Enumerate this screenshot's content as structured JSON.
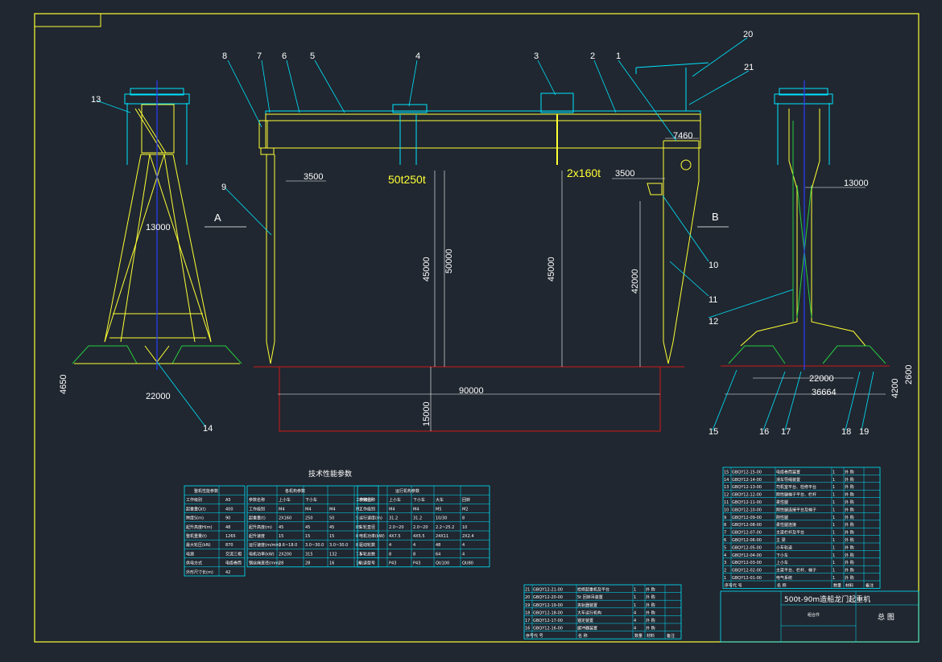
{
  "colors": {
    "background": "#202730",
    "frame": "#ffff33",
    "structure": "#ffff33",
    "centerline": "#2a3cff",
    "table": "#00e5ff",
    "text": "#ffffff",
    "cut": "#d01818",
    "detail": "#27c93f",
    "leader": "#00e5ff"
  },
  "callouts": [
    "1",
    "2",
    "3",
    "4",
    "5",
    "6",
    "7",
    "8",
    "9",
    "10",
    "11",
    "12",
    "13",
    "14",
    "15",
    "16",
    "17",
    "18",
    "19",
    "20",
    "21"
  ],
  "view_labels": {
    "a": "A",
    "b": "B"
  },
  "loads": {
    "trolley_main": "50t250t",
    "trolley_aux": "2x160t"
  },
  "dims": {
    "end_top_width": "13000",
    "end_bottom_width": "22000",
    "end_height": "4650",
    "span": "90000",
    "pit": "15000",
    "main_height": "50000",
    "lift_left": "45000",
    "lift_right": "45000",
    "offset_left": "3500",
    "offset_right": "3500",
    "cant": "7460",
    "leg_right": "42000",
    "side_top": "13000",
    "side_base": "22000",
    "side_total": "36664",
    "side_h1": "4200",
    "side_h2": "2600"
  },
  "tech_title": "技术性能参数",
  "tables": {
    "t1": {
      "header": "整机性能参数",
      "rows": [
        [
          "工作级别",
          "A5"
        ],
        [
          "起重量Q(t)",
          "400"
        ],
        [
          "跨度S(m)",
          "90"
        ],
        [
          "起升高度H(m)",
          "48"
        ],
        [
          "整机重量(t)",
          "1265"
        ],
        [
          "最大轮压(kN)",
          "870"
        ],
        [
          "电源",
          "交流三相"
        ],
        [
          "供电方式",
          "电缆卷筒"
        ],
        [
          "外形尺寸长(m)",
          "42"
        ]
      ]
    },
    "t2": {
      "header": "各机构参数",
      "sub": [
        "参数名称",
        "上小车",
        "下小车",
        "",
        "工作级别"
      ],
      "rows": [
        [
          "工作级别",
          "M4",
          "M4",
          "M4",
          "M2"
        ],
        [
          "起重量(t)",
          "2X160",
          "250",
          "50",
          "5"
        ],
        [
          "起升高度(m)",
          "45",
          "45",
          "45",
          "85"
        ],
        [
          "起升速度",
          "15",
          "15",
          "15",
          "8"
        ],
        [
          "运行速度(m/min)",
          "3.6~18.0",
          "3.0~30.0",
          "3.0~30.0",
          "8"
        ],
        [
          "电机功率(kW)",
          "2X200",
          "315",
          "132",
          "7.5"
        ],
        [
          "钢丝绳直径(mm)",
          "28",
          "28",
          "16",
          "16"
        ]
      ]
    },
    "t3": {
      "header": "运行机构参数",
      "sub": [
        "参数名称",
        "上小车",
        "下小车",
        "大车",
        "回转"
      ],
      "rows": [
        [
          "工作级别",
          "M4",
          "M4",
          "M5",
          "M2"
        ],
        [
          "运行速度(m)",
          "31.2",
          "31.2",
          "10/30",
          "8"
        ],
        [
          "车轮直径",
          "2.0~20",
          "2.0~20",
          "2.2~25.2",
          "10"
        ],
        [
          "电机功率(kW)",
          "4X7.5",
          "4X5.5",
          "24X11",
          "2X2.4"
        ],
        [
          "驱动轮数",
          "4",
          "4",
          "48",
          "4"
        ],
        [
          "车轮总数",
          "8",
          "8",
          "64",
          "4"
        ],
        [
          "轨道型号",
          "P43",
          "P43",
          "QU100",
          "QU80"
        ]
      ]
    },
    "bom_upper": {
      "rows": [
        [
          "15",
          "GBQY12-15-00",
          "电缆卷筒装置",
          "1",
          "外 购"
        ],
        [
          "14",
          "GBQY12-14-00",
          "滑车导绳装置",
          "1",
          "外 购"
        ],
        [
          "13",
          "GBQY12-13-00",
          "司机室平台、检修平台",
          "1",
          "外 购"
        ],
        [
          "12",
          "GBQY12-12-00",
          "刚性腿梯子平台、栏杆",
          "1",
          "外 购"
        ],
        [
          "11",
          "GBQY12-11-00",
          "柔性腿",
          "1",
          "外 购"
        ],
        [
          "10",
          "GBQY12-10-00",
          "刚性腿连接平台及梯子",
          "1",
          "外 购"
        ],
        [
          "9",
          "GBQY12-09-00",
          "刚性腿",
          "1",
          "外 购"
        ],
        [
          "8",
          "GBQY12-08-00",
          "柔性腿连接",
          "1",
          "外 购"
        ],
        [
          "7",
          "GBQY12-07-00",
          "主梁栏杆及平台",
          "1",
          "外 购"
        ],
        [
          "6",
          "GBQY12-06-00",
          "主 梁",
          "1",
          "外 购"
        ],
        [
          "5",
          "GBQY12-05-00",
          "小车轨道",
          "1",
          "外 购"
        ],
        [
          "4",
          "GBQY12-04-00",
          "下小车",
          "1",
          "外 购"
        ],
        [
          "3",
          "GBQY12-03-00",
          "上小车",
          "1",
          "外 购"
        ],
        [
          "2",
          "GBQY12-02-00",
          "主梁平台、栏杆、梯子",
          "1",
          "外 购"
        ],
        [
          "1",
          "GBQY12-01-00",
          "电气系统",
          "1",
          "外 购"
        ]
      ],
      "head": [
        "序号",
        "代 号",
        "名 称",
        "数量",
        "材料",
        "备注"
      ]
    },
    "bom_lower": {
      "rows": [
        [
          "21",
          "GBQY12-21-00",
          "检修起重机及平台",
          "1",
          "外 购"
        ],
        [
          "20",
          "GBQY12-20-00",
          "5t 回转吊装置",
          "1",
          "外 购"
        ],
        [
          "19",
          "GBQY12-19-00",
          "夹轨器装置",
          "1",
          "外 购"
        ],
        [
          "18",
          "GBQY12-18-00",
          "大车运行机构",
          "4",
          "外 购"
        ],
        [
          "17",
          "GBQY12-17-00",
          "锚定装置",
          "4",
          "外 购"
        ],
        [
          "16",
          "GBQY12-16-00",
          "缓冲器装置",
          "4",
          "外 购"
        ]
      ],
      "head": [
        "序号",
        "代 号",
        "名 称",
        "数量",
        "材料",
        "备注"
      ]
    },
    "title_block": {
      "name": "500t-90m造船龙门起重机",
      "drawing": "总 图",
      "part": "组合件"
    }
  }
}
